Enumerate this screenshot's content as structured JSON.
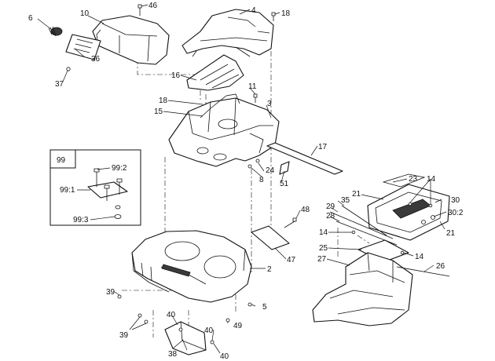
{
  "callouts": {
    "c6": "6",
    "c10": "10",
    "c46": "46",
    "c36": "36",
    "c37": "37",
    "c4": "4",
    "c18a": "18",
    "c16": "16",
    "c11": "11",
    "c18b": "18",
    "c15": "15",
    "c3": "3",
    "c17": "17",
    "c24": "24",
    "c8": "8",
    "c51": "51",
    "c99": "99",
    "c99_2": "99:2",
    "c99_1": "99:1",
    "c99_3": "99:3",
    "c48": "48",
    "c47": "47",
    "c2": "2",
    "c39a": "39",
    "c5": "5",
    "c39b": "39",
    "c40a": "40",
    "c40b": "40",
    "c40c": "40",
    "c49": "49",
    "c38": "38",
    "c23": "23",
    "c14a": "14",
    "c21a": "21",
    "c35": "35",
    "c30": "30",
    "c29": "29",
    "c28": "28",
    "c30_2": "30:2",
    "c14b": "14",
    "c21b": "21",
    "c25": "25",
    "c14c": "14",
    "c27": "27",
    "c26": "26"
  },
  "colors": {
    "line": "#111111",
    "background": "#ffffff"
  }
}
